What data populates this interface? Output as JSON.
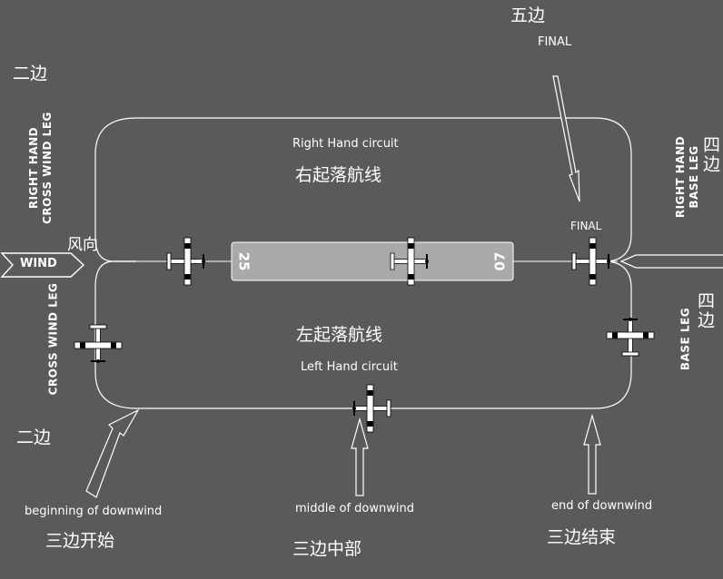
{
  "labels": {
    "fifth_leg_cn": "五边",
    "final_top": "FINAL",
    "second_leg_top_cn": "二边",
    "right_cross_wind_leg": "RIGHT HAND\nCROSS WIND LEG",
    "right_hand_circuit": "Right Hand circuit",
    "right_circuit_cn": "右起落航线",
    "final_right": "FINAL",
    "right_base_leg": "RIGHT HAND\nBASE LEG",
    "fourth_leg_top_cn": "四边",
    "wind_direction_cn": "风向",
    "wind": "WIND",
    "runway_25": "25",
    "runway_07": "07",
    "cross_wind_leg": "CROSS WIND LEG",
    "left_circuit_cn": "左起落航线",
    "left_hand_circuit": "Left Hand circuit",
    "base_leg": "BASE LEG",
    "fourth_leg_bottom_cn": "四边",
    "second_leg_bottom_cn": "二边",
    "beginning_of_downwind": "beginning of downwind",
    "beginning_cn": "三边开始",
    "middle_of_downwind": "middle of downwind",
    "middle_cn": "三边中部",
    "end_of_downwind": "end of downwind",
    "end_cn": "三边结束"
  },
  "colors": {
    "background": "#5a5a5a",
    "line": "#ffffff",
    "runway": "#a9a9a9"
  }
}
